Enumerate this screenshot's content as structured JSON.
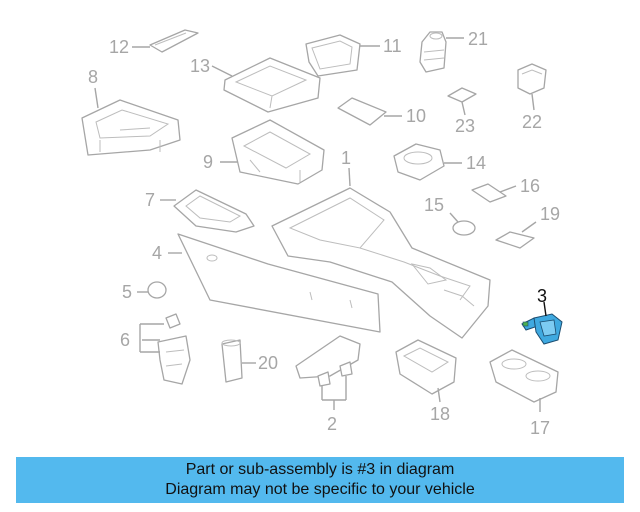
{
  "parts": {
    "p1": "1",
    "p2": "2",
    "p3": "3",
    "p4": "4",
    "p5": "5",
    "p6": "6",
    "p7": "7",
    "p8": "8",
    "p9": "9",
    "p10": "10",
    "p11": "11",
    "p12": "12",
    "p13": "13",
    "p14": "14",
    "p15": "15",
    "p16": "16",
    "p17": "17",
    "p18": "18",
    "p19": "19",
    "p20": "20",
    "p21": "21",
    "p22": "22",
    "p23": "23"
  },
  "highlighted_part": "3",
  "banner": {
    "line1": "Part or sub-assembly is #3 in diagram",
    "line2": "Diagram may not be specific to your vehicle"
  },
  "colors": {
    "banner_bg": "#53b9ee",
    "highlight_part": "#3fa9e0",
    "callout_gray": "#a6a6a6"
  }
}
